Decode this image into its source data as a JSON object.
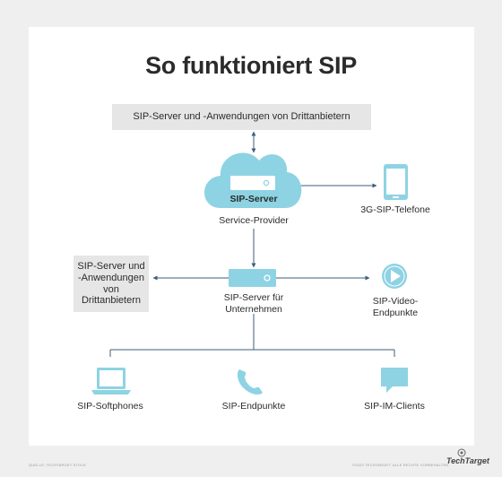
{
  "title": "So funktioniert SIP",
  "boxes": {
    "top": "SIP-Server und -Anwendungen von Drittanbietern",
    "left": "SIP-Server und -Anwendungen von Drittanbietern"
  },
  "nodes": {
    "cloud_server": "SIP-Server",
    "service_provider": "Service-Provider",
    "phones_3g": "3G-SIP-Telefone",
    "enterprise_server_line1": "SIP-Server für",
    "enterprise_server_line2": "Unternehmen",
    "video_line1": "SIP-Video-",
    "video_line2": "Endpunkte",
    "softphones": "SIP-Softphones",
    "endpoints": "SIP-Endpunkte",
    "im_clients": "SIP-IM-Clients"
  },
  "footer": {
    "left": "QUELLE: TECHTARGET STOCK",
    "right": "©2023 TECHTARGET. ALLE RECHTE VORBEHALTEN.",
    "brand": "TechTarget"
  },
  "colors": {
    "accent": "#8ed3e3",
    "accent_dark": "#5fb8cc",
    "line": "#3f5d7a",
    "box": "#e6e6e6"
  }
}
